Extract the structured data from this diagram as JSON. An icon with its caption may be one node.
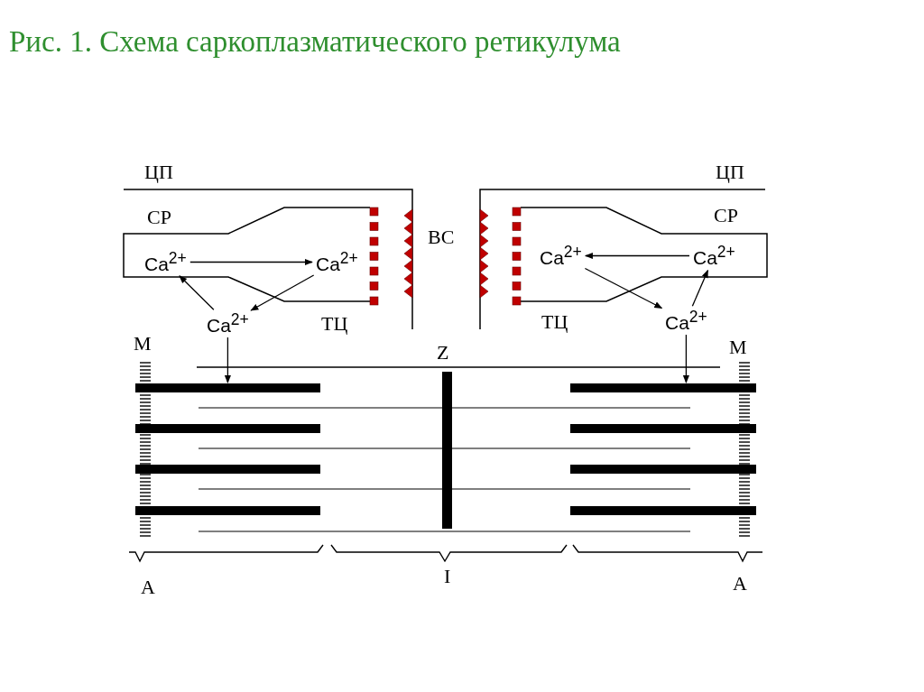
{
  "diagram": {
    "title": "Рис. 1. Схема саркоплазматического ретикулума",
    "nodes": [
      {
        "text": [
          "Ca$^{2+}$"
        ]
      },
      {
        "text": [
          "Ca$^{2+}$"
        ]
      },
      {
        "text": [
          "Ca$^{2+}$"
        ]
      },
      {
        "text": [
          "Ca$^{2+}$"
        ]
      },
      {
        "text": [
          "Ca$^{2+}$"
        ]
      },
      {
        "text": [
          "Ca$^{2+}$"
        ]
      },
      {
        "text": [],
        "shape": "bar"
      },
      {
        "text": [],
        "shape": "bar"
      }
    ],
    "edges": [
      {
        "from": 0,
        "to": 1,
        "arrow": "to"
      },
      {
        "from": 1,
        "to": 2,
        "arrow": "to"
      },
      {
        "from": 2,
        "to": 0,
        "arrow": "to"
      },
      {
        "from": 4,
        "to": 3,
        "arrow": "to"
      },
      {
        "from": 3,
        "to": 5,
        "arrow": "to"
      },
      {
        "from": 5,
        "to": 4,
        "arrow": "to"
      },
      {
        "from": 2,
        "to": 6,
        "arrow": "to"
      },
      {
        "from": 5,
        "to": 7,
        "arrow": "to"
      }
    ],
    "labels": [
      "ЦП",
      "ЦП",
      "СР",
      "СР",
      "ВС",
      "ТЦ",
      "ТЦ",
      "М",
      "Z",
      "М",
      "A",
      "I",
      "A"
    ]
  }
}
